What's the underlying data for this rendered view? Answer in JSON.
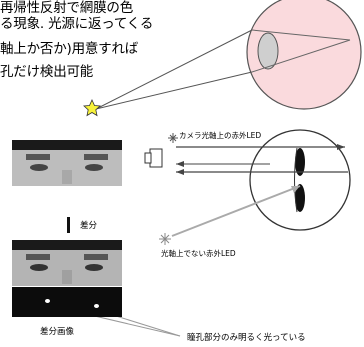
{
  "intro": {
    "lines": [
      "再帰性反射で網膜の色",
      "る現象. 光源に返ってくる",
      "軸上か否か)用意すれば",
      "孔だけ検出可能"
    ]
  },
  "labels": {
    "camera_led": "カメラ光軸上の赤外LED",
    "diff": "差分",
    "offaxis_led": "光軸上でない赤外LED",
    "diff_image": "差分画像",
    "pupil_note": "瞳孔部分のみ明るく光っている"
  },
  "colors": {
    "magnifier_fill": "#fadadd",
    "star_fill": "#f7f23a",
    "photo_dark": "#1a1a1a",
    "photo_skin": "#bdbdbd"
  }
}
